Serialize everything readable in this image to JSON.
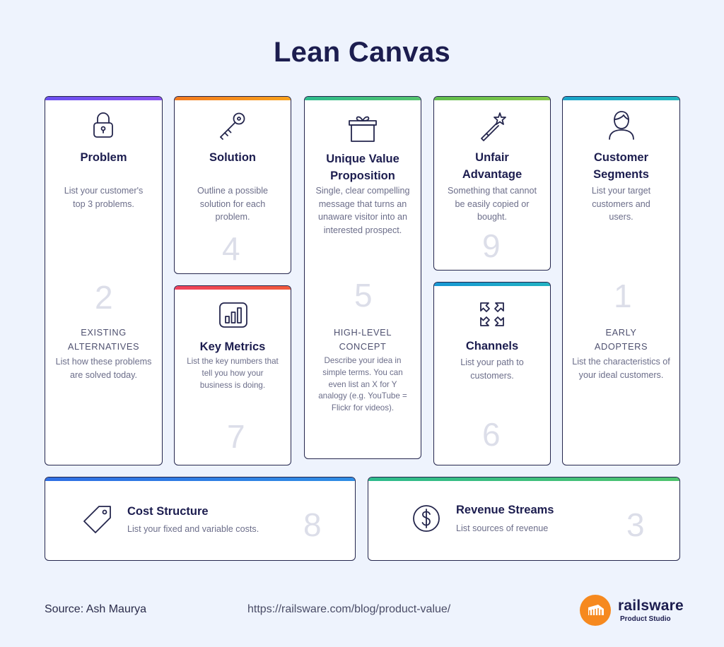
{
  "title": "Lean Canvas",
  "blocks": {
    "problem": {
      "heading": "Problem",
      "description": "List your customer's top 3 problems.",
      "number": "2",
      "sub_heading_1": "EXISTING",
      "sub_heading_2": "ALTERNATIVES",
      "sub_description": "List how these problems are solved today.",
      "accent": "#7a4ff0"
    },
    "solution": {
      "heading": "Solution",
      "description": "Outline a possible solution for each problem.",
      "number": "4",
      "accent": "#f7941d"
    },
    "key_metrics": {
      "heading": "Key Metrics",
      "description": "List the key numbers that tell you how your business is doing.",
      "number": "7",
      "accent": "#f0504e"
    },
    "uvp": {
      "heading_1": "Unique Value",
      "heading_2": "Proposition",
      "description": "Single, clear compelling message that turns an unaware visitor into an interested prospect.",
      "number": "5",
      "sub_heading_1": "HIGH-LEVEL",
      "sub_heading_2": "CONCEPT",
      "sub_description": "Describe your idea in simple terms. You can even list an X for Y analogy (e.g. YouTube = Flickr for videos).",
      "accent": "#3fbe8a"
    },
    "unfair_advantage": {
      "heading_1": "Unfair",
      "heading_2": "Advantage",
      "description": "Something that cannot be easily copied or bought.",
      "number": "9",
      "accent": "#6cc04a"
    },
    "channels": {
      "heading": "Channels",
      "description": "List your path to customers.",
      "number": "6",
      "accent": "#1aa3c9"
    },
    "customer_segments": {
      "heading_1": "Customer",
      "heading_2": "Segments",
      "description": "List your target customers and users.",
      "number": "1",
      "sub_heading_1": "EARLY",
      "sub_heading_2": "ADOPTERS",
      "sub_description": "List the characteristics of your ideal customers.",
      "accent": "#19a9c7"
    },
    "cost_structure": {
      "heading": "Cost Structure",
      "description": "List your fixed and variable costs.",
      "number": "8",
      "accent": "#2f6fe4"
    },
    "revenue_streams": {
      "heading": "Revenue Streams",
      "description": "List sources of revenue",
      "number": "3",
      "accent": "#3fbf8e"
    }
  },
  "icons": {
    "problem": "lock-icon",
    "solution": "key-icon",
    "uvp": "gift-icon",
    "unfair_advantage": "magic-wand-icon",
    "customer_segments": "person-icon",
    "key_metrics": "bar-chart-icon",
    "channels": "arrows-icon",
    "cost_structure": "price-tag-icon",
    "revenue_streams": "dollar-icon"
  },
  "footer": {
    "source": "Source: Ash Maurya",
    "url": "https://railsware.com/blog/product-value/",
    "brand": "railsware",
    "brand_sub": "Product Studio",
    "brand_color": "#f6891f"
  }
}
